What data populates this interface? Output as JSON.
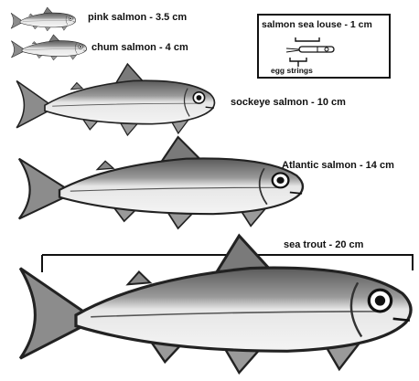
{
  "labels": {
    "pink": "pink salmon - 3.5 cm",
    "chum": "chum salmon - 4 cm",
    "sockeye": "sockeye salmon - 10 cm",
    "atlantic": "Atlantic salmon - 14 cm",
    "trout": "sea trout - 20 cm"
  },
  "louse": {
    "title": "salmon sea louse - 1 cm",
    "egg_strings": "egg strings"
  }
}
